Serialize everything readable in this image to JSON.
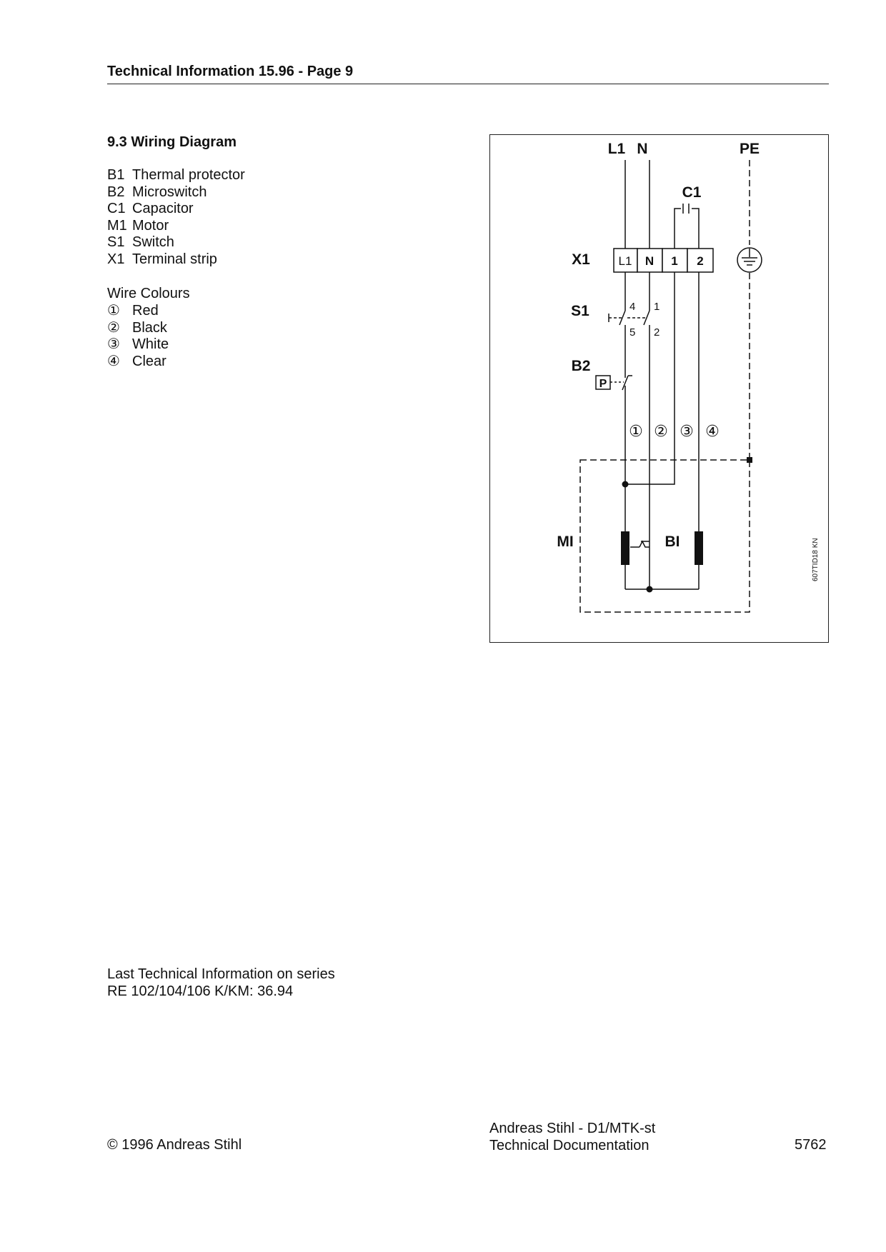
{
  "header": {
    "title": "Technical Information 15.96 - Page 9"
  },
  "section": {
    "title": "9.3 Wiring Diagram"
  },
  "legend": [
    {
      "code": "B1",
      "label": "Thermal protector"
    },
    {
      "code": "B2",
      "label": "Microswitch"
    },
    {
      "code": "C1",
      "label": "Capacitor"
    },
    {
      "code": "M1",
      "label": "Motor"
    },
    {
      "code": "S1",
      "label": "Switch"
    },
    {
      "code": "X1",
      "label": "Terminal strip"
    }
  ],
  "wire_colours": {
    "heading": "Wire Colours",
    "items": [
      {
        "symbol": "①",
        "label": "Red"
      },
      {
        "symbol": "②",
        "label": "Black"
      },
      {
        "symbol": "③",
        "label": "White"
      },
      {
        "symbol": "④",
        "label": "Clear"
      }
    ]
  },
  "diagram": {
    "label_l1": "L1",
    "label_n": "N",
    "label_pe": "PE",
    "label_c1": "C1",
    "label_x1": "X1",
    "terminals": [
      "L1",
      "N",
      "1",
      "2"
    ],
    "label_s1": "S1",
    "s1_contacts": [
      "4",
      "1",
      "5",
      "2"
    ],
    "label_b2": "B2",
    "b2_p": "P",
    "wire_markers": [
      "①",
      "②",
      "③",
      "④"
    ],
    "label_mi": "MI",
    "label_bi": "BI",
    "ref_code": "607TID18 KN"
  },
  "note": {
    "line1": "Last Technical Information on series",
    "line2": "RE 102/104/106 K/KM: 36.94"
  },
  "footer": {
    "copyright": "© 1996 Andreas Stihl",
    "dept_line1": "Andreas Stihl - D1/MTK-st",
    "dept_line2": "Technical Documentation",
    "page_code": "5762"
  }
}
